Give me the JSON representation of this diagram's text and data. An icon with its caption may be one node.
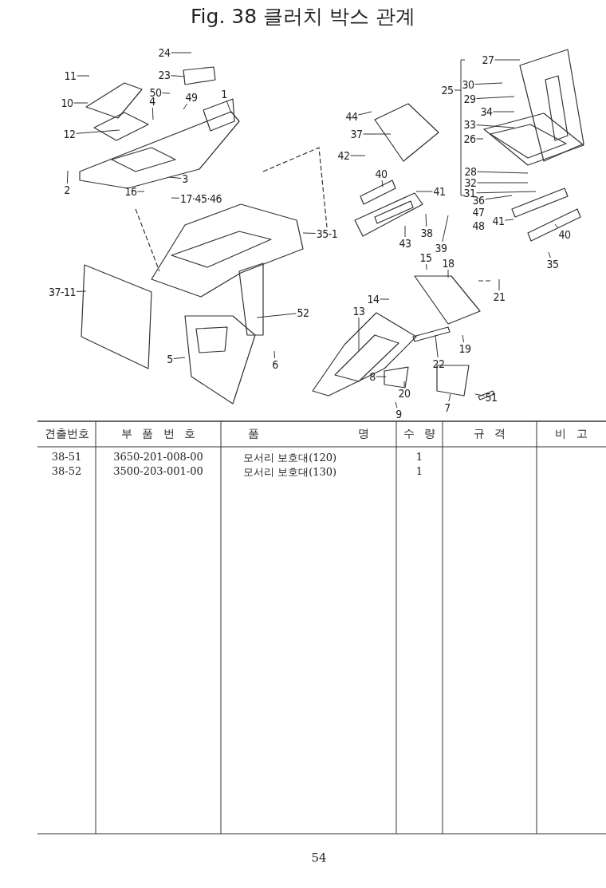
{
  "diagram": {
    "title": "Fig. 38  클러치 박스 관계",
    "nodes": [
      {
        "text": [
          "24"
        ]
      },
      {
        "text": [
          "27"
        ]
      },
      {
        "text": [
          "11"
        ]
      },
      {
        "text": [
          "23"
        ]
      },
      {
        "text": [
          "50"
        ]
      },
      {
        "text": [
          "49"
        ]
      },
      {
        "text": [
          "25"
        ]
      },
      {
        "text": [
          "30"
        ]
      },
      {
        "text": [
          "1"
        ]
      },
      {
        "text": [
          "4"
        ]
      },
      {
        "text": [
          "10"
        ]
      },
      {
        "text": [
          "29"
        ]
      },
      {
        "text": [
          "34"
        ]
      },
      {
        "text": [
          "33"
        ]
      },
      {
        "text": [
          "44"
        ]
      },
      {
        "text": [
          "26"
        ]
      },
      {
        "text": [
          "12"
        ]
      },
      {
        "text": [
          "37"
        ]
      },
      {
        "text": [
          "42"
        ]
      },
      {
        "text": [
          "40"
        ]
      },
      {
        "text": [
          "28"
        ]
      },
      {
        "text": [
          "32"
        ]
      },
      {
        "text": [
          "3"
        ]
      },
      {
        "text": [
          "2"
        ]
      },
      {
        "text": [
          "16"
        ]
      },
      {
        "text": [
          "41"
        ]
      },
      {
        "text": [
          "31"
        ]
      },
      {
        "text": [
          "17·45·46"
        ]
      },
      {
        "text": [
          "36"
        ]
      },
      {
        "text": [
          "41"
        ]
      },
      {
        "text": [
          "38"
        ]
      },
      {
        "text": [
          "35-1"
        ]
      },
      {
        "text": [
          "40"
        ]
      },
      {
        "text": [
          "43"
        ]
      },
      {
        "text": [
          "39"
        ]
      },
      {
        "text": [
          "15"
        ]
      },
      {
        "text": [
          "18"
        ]
      },
      {
        "text": [
          "35"
        ]
      },
      {
        "text": [
          "37-11"
        ]
      },
      {
        "text": [
          "21"
        ]
      },
      {
        "text": [
          "14"
        ]
      },
      {
        "text": [
          "52"
        ]
      },
      {
        "text": [
          "13"
        ]
      },
      {
        "text": [
          "19"
        ]
      },
      {
        "text": [
          "5"
        ]
      },
      {
        "text": [
          "22"
        ]
      },
      {
        "text": [
          "6"
        ]
      },
      {
        "text": [
          "8"
        ]
      },
      {
        "text": [
          "20"
        ]
      },
      {
        "text": [
          "51"
        ]
      },
      {
        "text": [
          "7"
        ]
      },
      {
        "text": [
          "9"
        ]
      }
    ],
    "edges": [
      {
        "from": 0,
        "to": null,
        "arrow": "none"
      },
      {
        "from": 1,
        "to": null,
        "arrow": "none"
      },
      {
        "from": 2,
        "to": null,
        "arrow": "none"
      },
      {
        "from": 3,
        "to": null,
        "arrow": "none"
      },
      {
        "from": 4,
        "to": null,
        "arrow": "none"
      },
      {
        "from": 5,
        "to": null,
        "arrow": "none"
      },
      {
        "from": 7,
        "to": null,
        "arrow": "none"
      },
      {
        "from": 8,
        "to": null,
        "arrow": "none"
      },
      {
        "from": 9,
        "to": null,
        "arrow": "none"
      },
      {
        "from": 10,
        "to": null,
        "arrow": "none"
      },
      {
        "from": 11,
        "to": null,
        "arrow": "none"
      },
      {
        "from": 12,
        "to": null,
        "arrow": "none"
      },
      {
        "from": 13,
        "to": null,
        "arrow": "none"
      },
      {
        "from": 14,
        "to": null,
        "arrow": "none"
      },
      {
        "from": 15,
        "to": null,
        "arrow": "none"
      },
      {
        "from": 16,
        "to": null,
        "arrow": "none"
      },
      {
        "from": 17,
        "to": null,
        "arrow": "none"
      },
      {
        "from": 18,
        "to": null,
        "arrow": "none"
      },
      {
        "from": 19,
        "to": null,
        "arrow": "none"
      },
      {
        "from": 20,
        "to": null,
        "arrow": "none"
      },
      {
        "from": 21,
        "to": null,
        "arrow": "none"
      },
      {
        "from": 22,
        "to": null,
        "arrow": "none"
      },
      {
        "from": 23,
        "to": null,
        "arrow": "none"
      },
      {
        "from": 24,
        "to": null,
        "arrow": "none"
      },
      {
        "from": 25,
        "to": null,
        "arrow": "none"
      },
      {
        "from": 26,
        "to": null,
        "arrow": "none"
      },
      {
        "from": 27,
        "to": null,
        "arrow": "none"
      },
      {
        "from": 28,
        "to": null,
        "arrow": "none"
      },
      {
        "from": 29,
        "to": null,
        "arrow": "none"
      },
      {
        "from": 30,
        "to": null,
        "arrow": "none"
      },
      {
        "from": 31,
        "to": null,
        "arrow": "none"
      },
      {
        "from": 32,
        "to": null,
        "arrow": "none"
      },
      {
        "from": 33,
        "to": null,
        "arrow": "none"
      },
      {
        "from": 34,
        "to": null,
        "arrow": "none"
      },
      {
        "from": 35,
        "to": null,
        "arrow": "none"
      },
      {
        "from": 36,
        "to": null,
        "arrow": "none"
      },
      {
        "from": 37,
        "to": null,
        "arrow": "none"
      },
      {
        "from": 38,
        "to": null,
        "arrow": "none"
      },
      {
        "from": 39,
        "to": null,
        "arrow": "none"
      },
      {
        "from": 40,
        "to": null,
        "arrow": "none"
      },
      {
        "from": 41,
        "to": null,
        "arrow": "none"
      },
      {
        "from": 42,
        "to": null,
        "arrow": "none"
      },
      {
        "from": 43,
        "to": null,
        "arrow": "none"
      },
      {
        "from": 44,
        "to": null,
        "arrow": "none"
      },
      {
        "from": 45,
        "to": null,
        "arrow": "none"
      },
      {
        "from": 46,
        "to": null,
        "arrow": "none"
      },
      {
        "from": 47,
        "to": null,
        "arrow": "none"
      },
      {
        "from": 48,
        "to": null,
        "arrow": "none"
      },
      {
        "from": 49,
        "to": null,
        "arrow": "none"
      },
      {
        "from": 50,
        "to": null,
        "arrow": "none"
      },
      {
        "from": 51,
        "to": null,
        "arrow": "none"
      }
    ],
    "labels": [
      "47",
      "48",
      "견출번호",
      "부 품 번 호",
      "품 명",
      "수 량",
      "규 격",
      "비 고",
      "38-51",
      "3650-201-008-00",
      "모서리 보호대(120)",
      "1",
      "38-52",
      "3500-203-001-00",
      "모서리 보호대(130)",
      "1",
      "54"
    ]
  }
}
